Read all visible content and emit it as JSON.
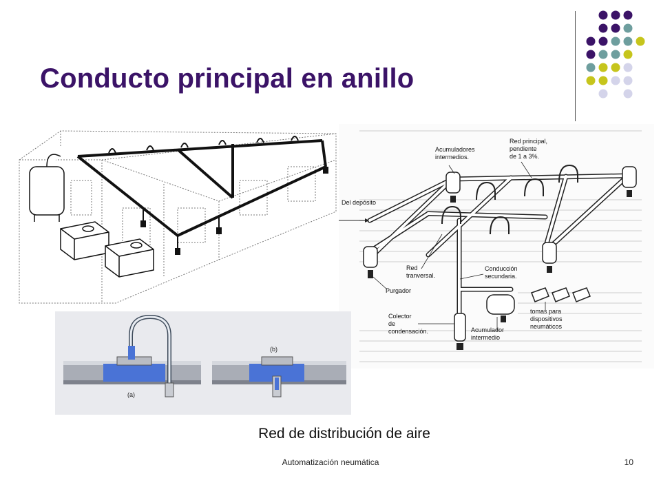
{
  "slide": {
    "title": "Conducto principal en anillo",
    "caption": "Red de distribución de aire",
    "footer": "Automatización neumática",
    "page_number": "10"
  },
  "decoration": {
    "dot_colors": {
      "purple": "#3b1367",
      "teal": "#6e9e9e",
      "olive": "#c6c51c",
      "lavender": "#d4d4ea"
    }
  },
  "right_diagram": {
    "labels": {
      "acumuladores": [
        "Acumuladores",
        "intermedios."
      ],
      "red_principal": [
        "Red principal,",
        "pendiente",
        "de 1 a 3%."
      ],
      "del_deposito": "Del depósito",
      "red_transversal": [
        "Red",
        "tranversal."
      ],
      "conduccion": [
        "Conducción",
        "secundaria."
      ],
      "purgador": "Purgador",
      "colector": [
        "Colector",
        "de",
        "condensación."
      ],
      "acumulador": [
        "Acumulador",
        "intermedio"
      ],
      "tomas": [
        "tomas para",
        "dispositivos",
        "neumáticos"
      ]
    }
  },
  "bottom_diagram": {
    "label_a": "(a)",
    "label_b": "(b)"
  }
}
